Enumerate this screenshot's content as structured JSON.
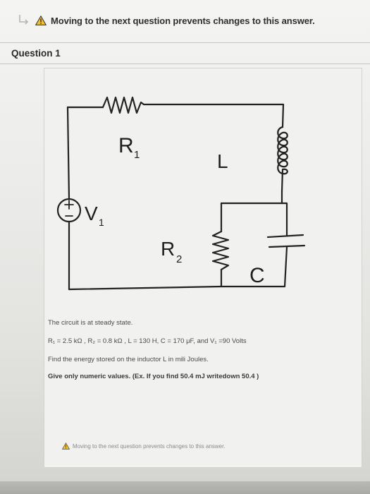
{
  "header": {
    "warning_text": "Moving to the next question prevents changes to this answer."
  },
  "question": {
    "title": "Question 1",
    "circuit_labels": {
      "r1": "R",
      "r1_sub": "1",
      "r2": "R",
      "r2_sub": "2",
      "l": "L",
      "c": "C",
      "v1": "V",
      "v1_sub": "1"
    },
    "lines": {
      "steady_state": "The circuit is at steady state.",
      "values": "R₁ = 2.5 kΩ ,  R₂ = 0.8 kΩ ,  L = 130 H,  C = 170 μF,  and  V₁ =90 Volts",
      "find": "Find the energy stored on the inductor L in mili Joules.",
      "instruction": "Give only numeric values. (Ex. If you find 50.4 mJ writedown 50.4 )"
    }
  },
  "footer": {
    "warning_text": "Moving to the next question prevents changes to this answer."
  }
}
